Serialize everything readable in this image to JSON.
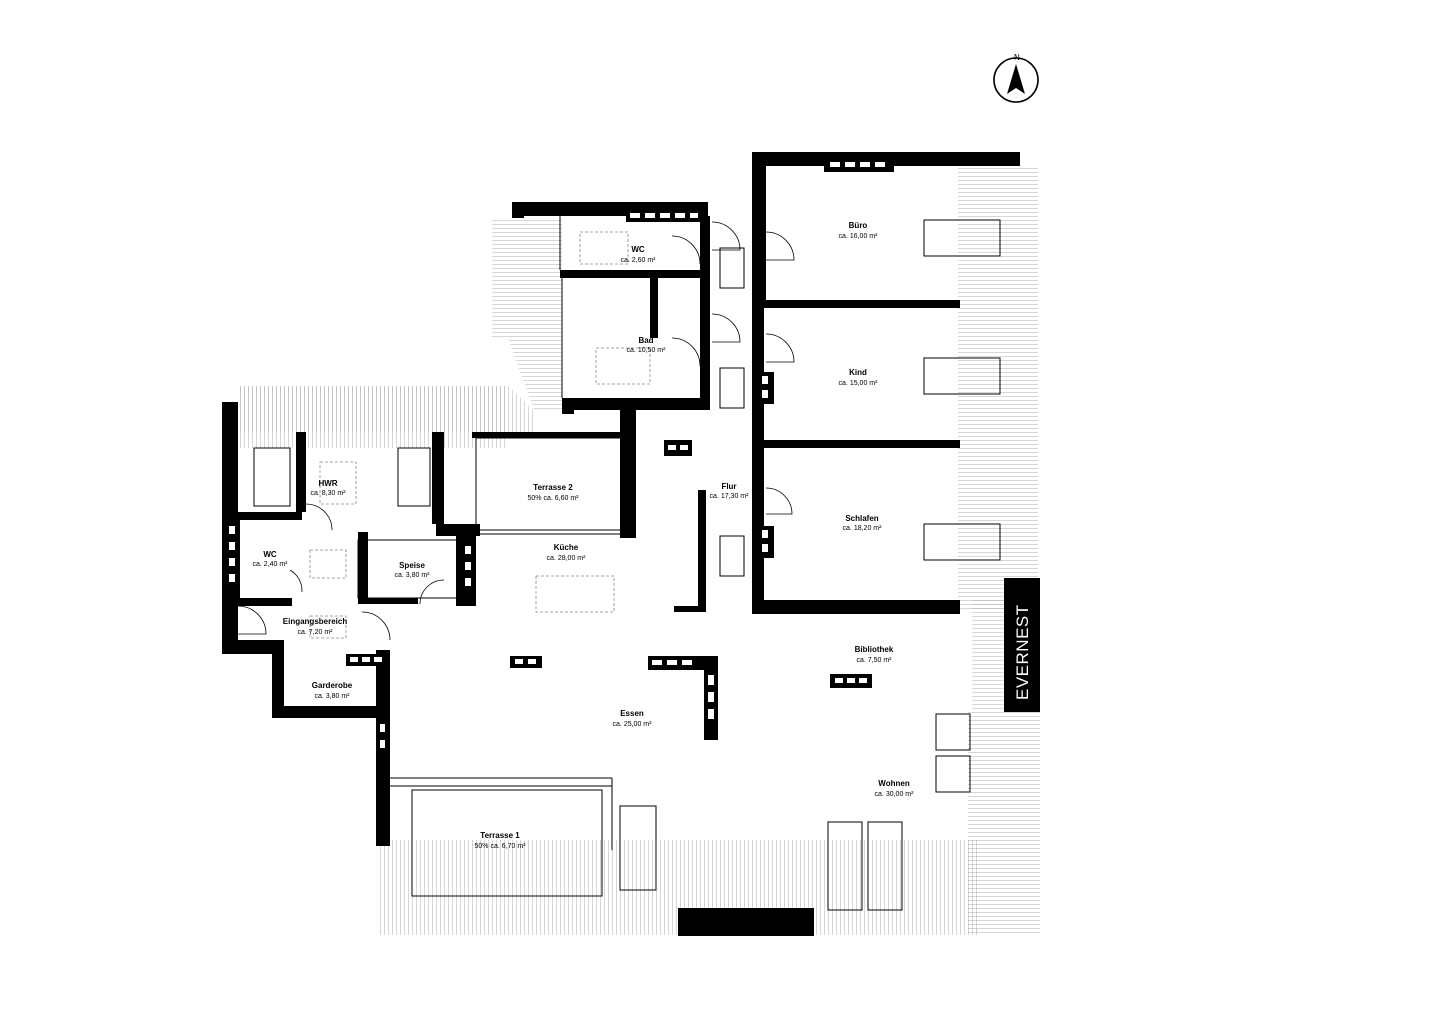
{
  "brand": "EVERNEST",
  "north_label": "N",
  "rooms": [
    {
      "key": "buero",
      "name": "Büro",
      "area": "ca. 16,00 m²"
    },
    {
      "key": "wc_top",
      "name": "WC",
      "area": "ca. 2,60 m²"
    },
    {
      "key": "bad",
      "name": "Bad",
      "area": "ca. 10,50 m²"
    },
    {
      "key": "kind",
      "name": "Kind",
      "area": "ca. 15,00 m²"
    },
    {
      "key": "terrasse2",
      "name": "Terrasse 2",
      "area": "50% ca. 6,60 m²"
    },
    {
      "key": "flur",
      "name": "Flur",
      "area": "ca. 17,30 m²"
    },
    {
      "key": "hwr",
      "name": "HWR",
      "area": "ca. 8,30 m²"
    },
    {
      "key": "schlafen",
      "name": "Schlafen",
      "area": "ca. 18,20 m²"
    },
    {
      "key": "kueche",
      "name": "Küche",
      "area": "ca. 28,00 m²"
    },
    {
      "key": "wc_left",
      "name": "WC",
      "area": "ca. 2,40 m²"
    },
    {
      "key": "speise",
      "name": "Speise",
      "area": "ca. 3,80 m²"
    },
    {
      "key": "eingang",
      "name": "Eingangsbereich",
      "area": "ca. 7,20 m²"
    },
    {
      "key": "bibliothek",
      "name": "Bibliothek",
      "area": "ca. 7,50 m²"
    },
    {
      "key": "garderobe",
      "name": "Garderobe",
      "area": "ca. 3,80 m²"
    },
    {
      "key": "essen",
      "name": "Essen",
      "area": "ca. 25,00 m²"
    },
    {
      "key": "wohnen",
      "name": "Wohnen",
      "area": "ca. 30,00 m²"
    },
    {
      "key": "terrasse1",
      "name": "Terrasse 1",
      "area": "50% ca. 6,70 m²"
    }
  ]
}
